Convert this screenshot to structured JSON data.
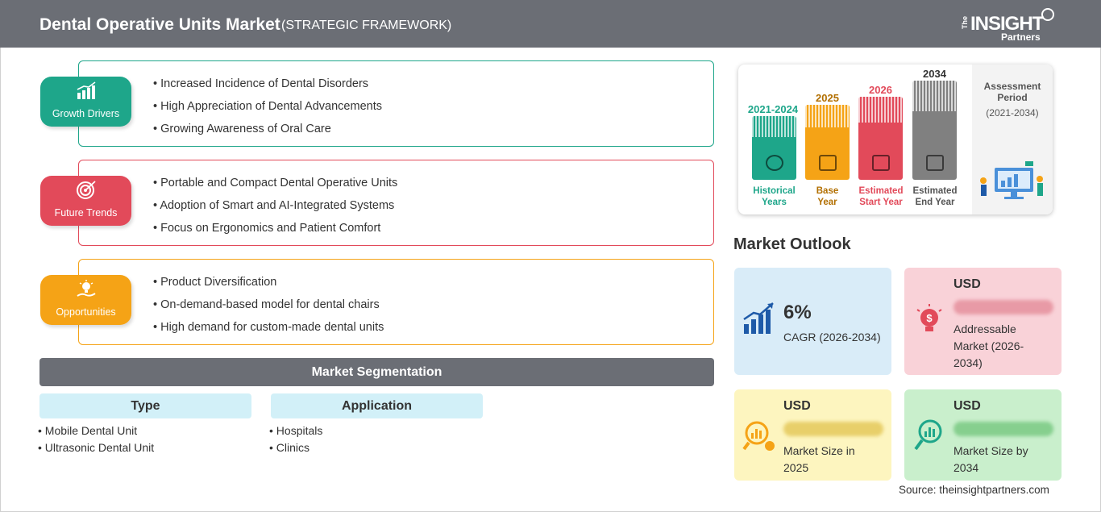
{
  "header": {
    "title": "Dental Operative Units Market",
    "subtitle": "(STRATEGIC FRAMEWORK)",
    "logo": {
      "the": "The",
      "insight": "INSIGHT",
      "partners": "Partners"
    }
  },
  "framework": {
    "growth_drivers": {
      "label": "Growth Drivers",
      "color": "#1ea68a",
      "items": [
        "Increased Incidence of Dental Disorders",
        "High Appreciation of Dental Advancements",
        "Growing Awareness of Oral Care"
      ]
    },
    "future_trends": {
      "label": "Future Trends",
      "color": "#e24a5a",
      "items": [
        "Portable and Compact Dental Operative Units",
        "Adoption of Smart and AI-Integrated Systems",
        "Focus on Ergonomics and Patient Comfort"
      ]
    },
    "opportunities": {
      "label": "Opportunities",
      "color": "#f5a316",
      "items": [
        "Product Diversification",
        "On-demand-based model for dental chairs",
        "High demand for custom-made dental units"
      ]
    }
  },
  "segmentation": {
    "title": "Market Segmentation",
    "type": {
      "label": "Type",
      "items": [
        "Mobile Dental Unit",
        "Ultrasonic Dental Unit"
      ]
    },
    "application": {
      "label": "Application",
      "items": [
        "Hospitals",
        "Clinics"
      ]
    }
  },
  "timeline": {
    "historical": {
      "year": "2021-2024",
      "caption1": "Historical",
      "caption2": "Years",
      "color": "#1ea68a"
    },
    "base": {
      "year": "2025",
      "caption1": "Base",
      "caption2": "Year",
      "color": "#f5a316"
    },
    "start": {
      "year": "2026",
      "caption1": "Estimated",
      "caption2": "Start Year",
      "color": "#e24a5a"
    },
    "end": {
      "year": "2034",
      "caption1": "Estimated",
      "caption2": "End Year",
      "color": "#808080"
    },
    "assessment_title_1": "Assessment",
    "assessment_title_2": "Period",
    "assessment_period": "(2021-2034)"
  },
  "outlook": {
    "title": "Market Outlook",
    "cagr": {
      "value": "6%",
      "label": "CAGR (2026-2034)",
      "bg": "#d9ecf8"
    },
    "addressable": {
      "currency": "USD",
      "desc_1": "Addressable",
      "desc_2": "Market (2026-",
      "desc_3": "2034)",
      "bg": "#f9d2d8"
    },
    "size_2025": {
      "currency": "USD",
      "desc_1": "Market Size in",
      "desc_2": "2025",
      "bg": "#fdf5bf"
    },
    "size_2034": {
      "currency": "USD",
      "desc_1": "Market Size by",
      "desc_2": "2034",
      "bg": "#c9efcc"
    }
  },
  "source": "Source: theinsightpartners.com"
}
